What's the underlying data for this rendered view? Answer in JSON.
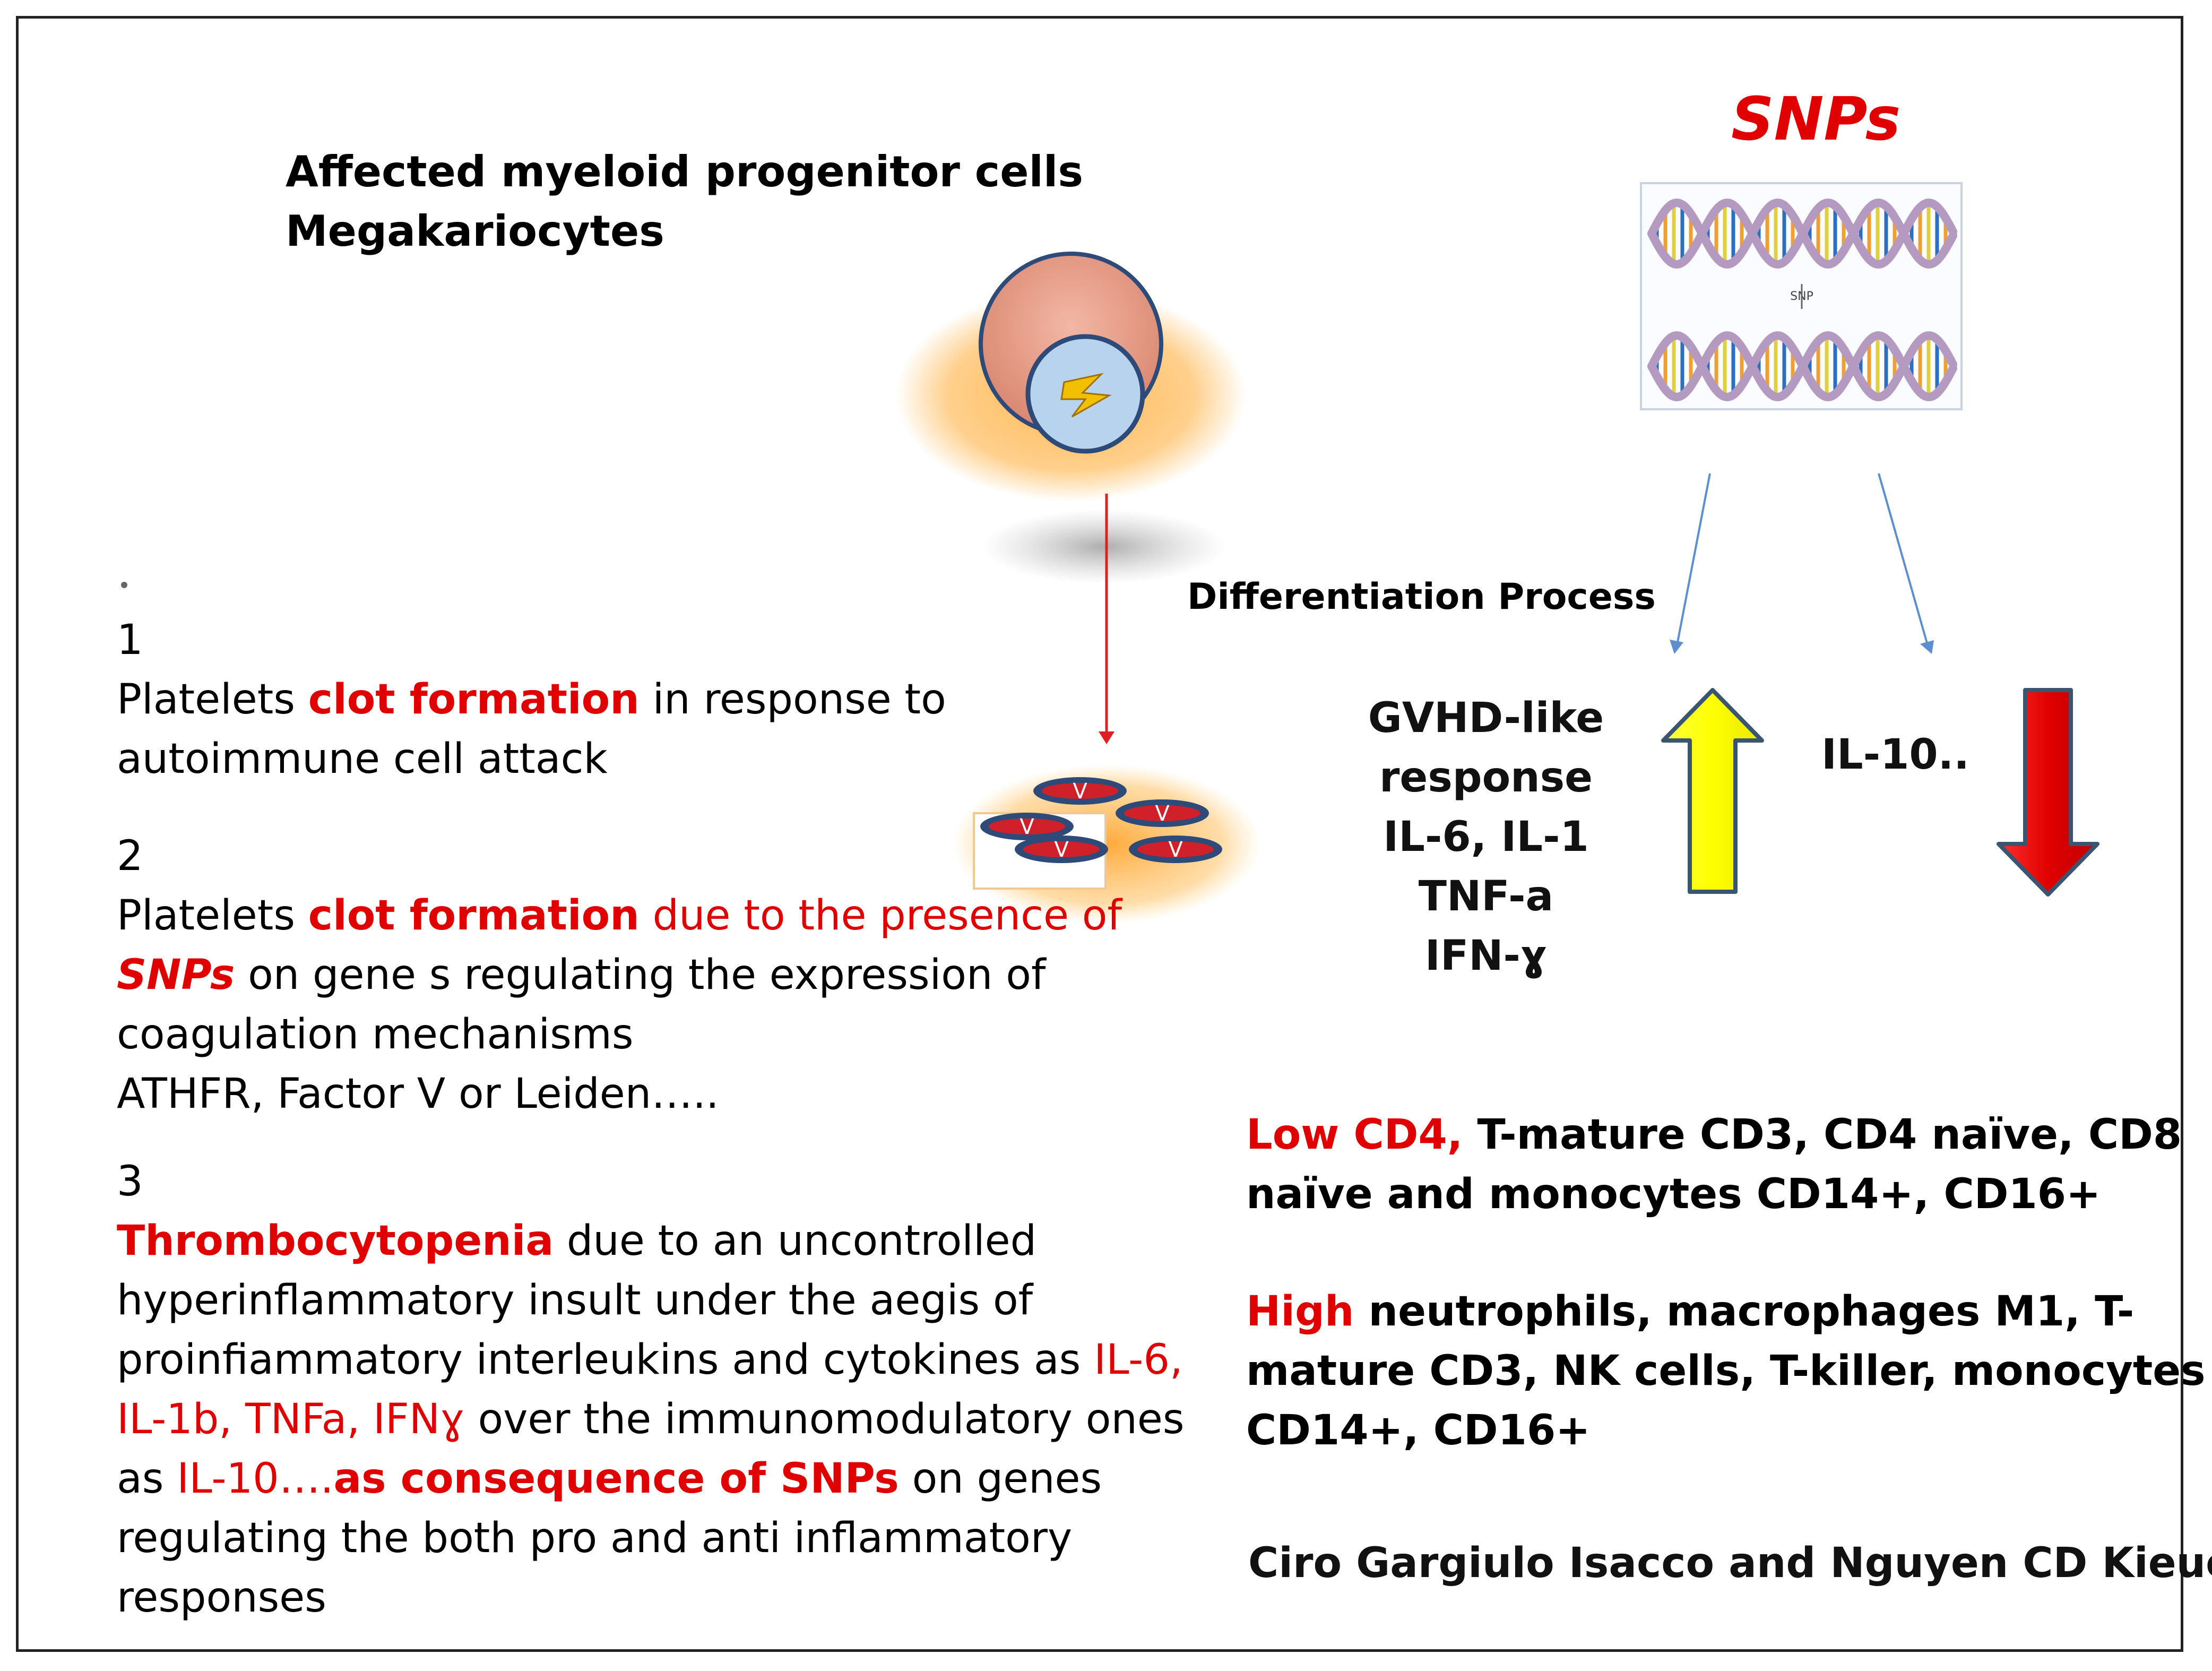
{
  "heading": {
    "line1": "Affected myeloid progenitor cells",
    "line2": "Megakariocytes"
  },
  "snps_title": "SNPs",
  "dna_image": {
    "label": "SNP"
  },
  "differentiation_label": "Differentiation Process",
  "up_response": {
    "lines": [
      "GVHD-like",
      "response",
      "IL-6, IL-1",
      "TNF-a",
      "IFN-ɣ"
    ],
    "arrow_color": "#ffff00"
  },
  "down_response": {
    "label": "IL-10..",
    "arrow_color": "#e00000"
  },
  "platelet_letter": "V",
  "point1": {
    "number": "1",
    "pre": "Platelets ",
    "highlight": "clot formation",
    "post": " in response to",
    "line2": "autoimmune cell attack"
  },
  "point2": {
    "number": "2",
    "pre": "Platelets ",
    "highlight": "clot formation",
    "red_post": " due to the presence of",
    "snps": "SNPs",
    "line2_post": " on gene s regulating the expression of",
    "line3": "coagulation mechanisms",
    "line4": "ATHFR, Factor V or Leiden….."
  },
  "point3": {
    "number": "3",
    "highlight": "Thrombocytopenia",
    "line1_post": " due to an uncontrolled",
    "line2": "hyperinflammatory insult under the aegis of",
    "line3_pre": "proinfiammatory interleukins and cytokines as ",
    "line3_red": "IL-6,",
    "line4_red": "IL-1b, TNFa, IFNɣ",
    "line4_post": " over the immunomodulatory ones",
    "line5_pre": "as ",
    "line5_red": "IL-10….",
    "line5_bold_red": "as consequence of SNPs",
    "line5_post": " on genes",
    "line6": "regulating the both pro and anti inflammatory",
    "line7": "responses"
  },
  "low_block": {
    "highlight": "Low CD4,",
    "line1_post": " T-mature CD3, CD4 naïve, CD8",
    "line2": "naïve and monocytes CD14+, CD16+"
  },
  "high_block": {
    "highlight": "High",
    "line1_post": " neutrophils, macrophages M1, T-",
    "line2": "mature CD3, NK cells, T-killer, monocytes",
    "line3": "CD14+, CD16+"
  },
  "authors": "Ciro Gargiulo Isacco and Nguyen CD Kieuc",
  "colors": {
    "accent_red": "#e00000",
    "arrow_blue": "#5b8fd0",
    "cell_pink": "#e29a86",
    "nucleus_blue": "#b8d3ee"
  }
}
